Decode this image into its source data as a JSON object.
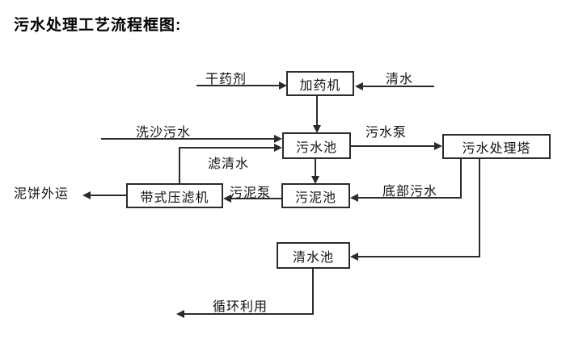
{
  "title": "污水处理工艺流程框图:",
  "nodes": {
    "dosing_machine": "加药机",
    "sewage_pool": "污水池",
    "treatment_tower": "污水处理塔",
    "sludge_pool": "污泥池",
    "belt_filter_press": "带式压滤机",
    "clear_water_pool": "清水池"
  },
  "edge_labels": {
    "dry_agent": "干药剂",
    "clean_water": "清水",
    "sand_wash_sewage": "洗沙污水",
    "sewage_pump": "污水泵",
    "filtered_water": "滤清水",
    "sludge_pump": "污泥泵",
    "bottom_sewage": "底部污水",
    "mud_cake_out": "泥饼外运",
    "recycle_use": "循环利用"
  },
  "colors": {
    "line": "#2b2b2b",
    "box_border": "#2b2b2b",
    "text": "#111111",
    "background": "#ffffff"
  }
}
